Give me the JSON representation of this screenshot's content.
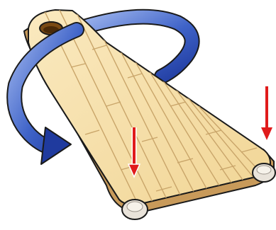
{
  "illustration": {
    "subject": "wooden-paddle-board-with-hanging-hole",
    "rotation_arrow": {
      "direction": "counter-clockwise",
      "color": "#2e4bb0"
    },
    "force_arrows": {
      "count": 2,
      "color": "#e01b1b"
    },
    "felt_pads": {
      "count": 2
    },
    "colors": {
      "wood_top": "#f6dfa8",
      "wood_plank_line": "#c9a56a",
      "wood_edge": "#c89a5a",
      "outline": "#1a1a1a",
      "arrow_blue_dark": "#1f3a9e",
      "arrow_blue_light": "#7f9be0",
      "arrow_red": "#e01b1b",
      "pad": "#e9e3da"
    }
  }
}
